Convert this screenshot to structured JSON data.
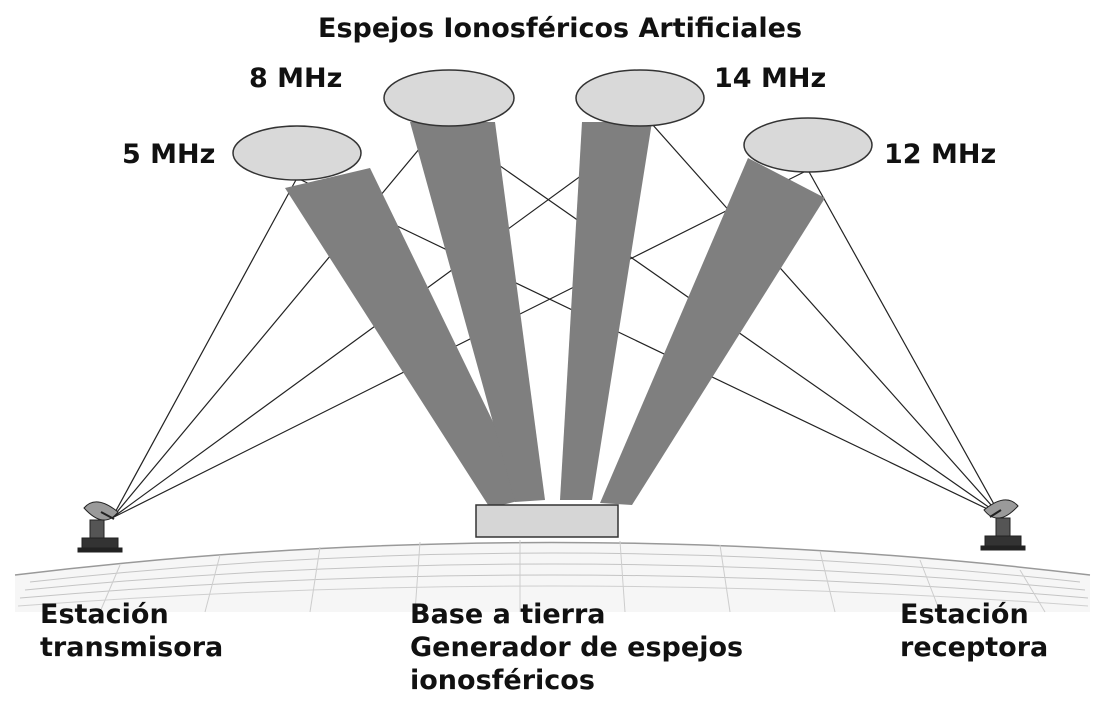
{
  "title": "Espejos Ionosféricos Artificiales",
  "mirrors": [
    {
      "id": "m5",
      "label": "5 MHz"
    },
    {
      "id": "m8",
      "label": "8 MHz"
    },
    {
      "id": "m14",
      "label": "14 MHz"
    },
    {
      "id": "m12",
      "label": "12 MHz"
    }
  ],
  "stations": {
    "transmitter": {
      "line1": "Estación",
      "line2": "transmisora"
    },
    "receiver": {
      "line1": "Estación",
      "line2": "receptora"
    },
    "ground_base": {
      "line1": "Base a tierra",
      "line2": "Generador de espejos",
      "line3": "ionosféricos"
    }
  },
  "colors": {
    "mirror_fill": "#d9d9d9",
    "beam_fill": "#7f7f7f",
    "line": "#222222",
    "ground_base_fill": "#d6d6d6"
  }
}
